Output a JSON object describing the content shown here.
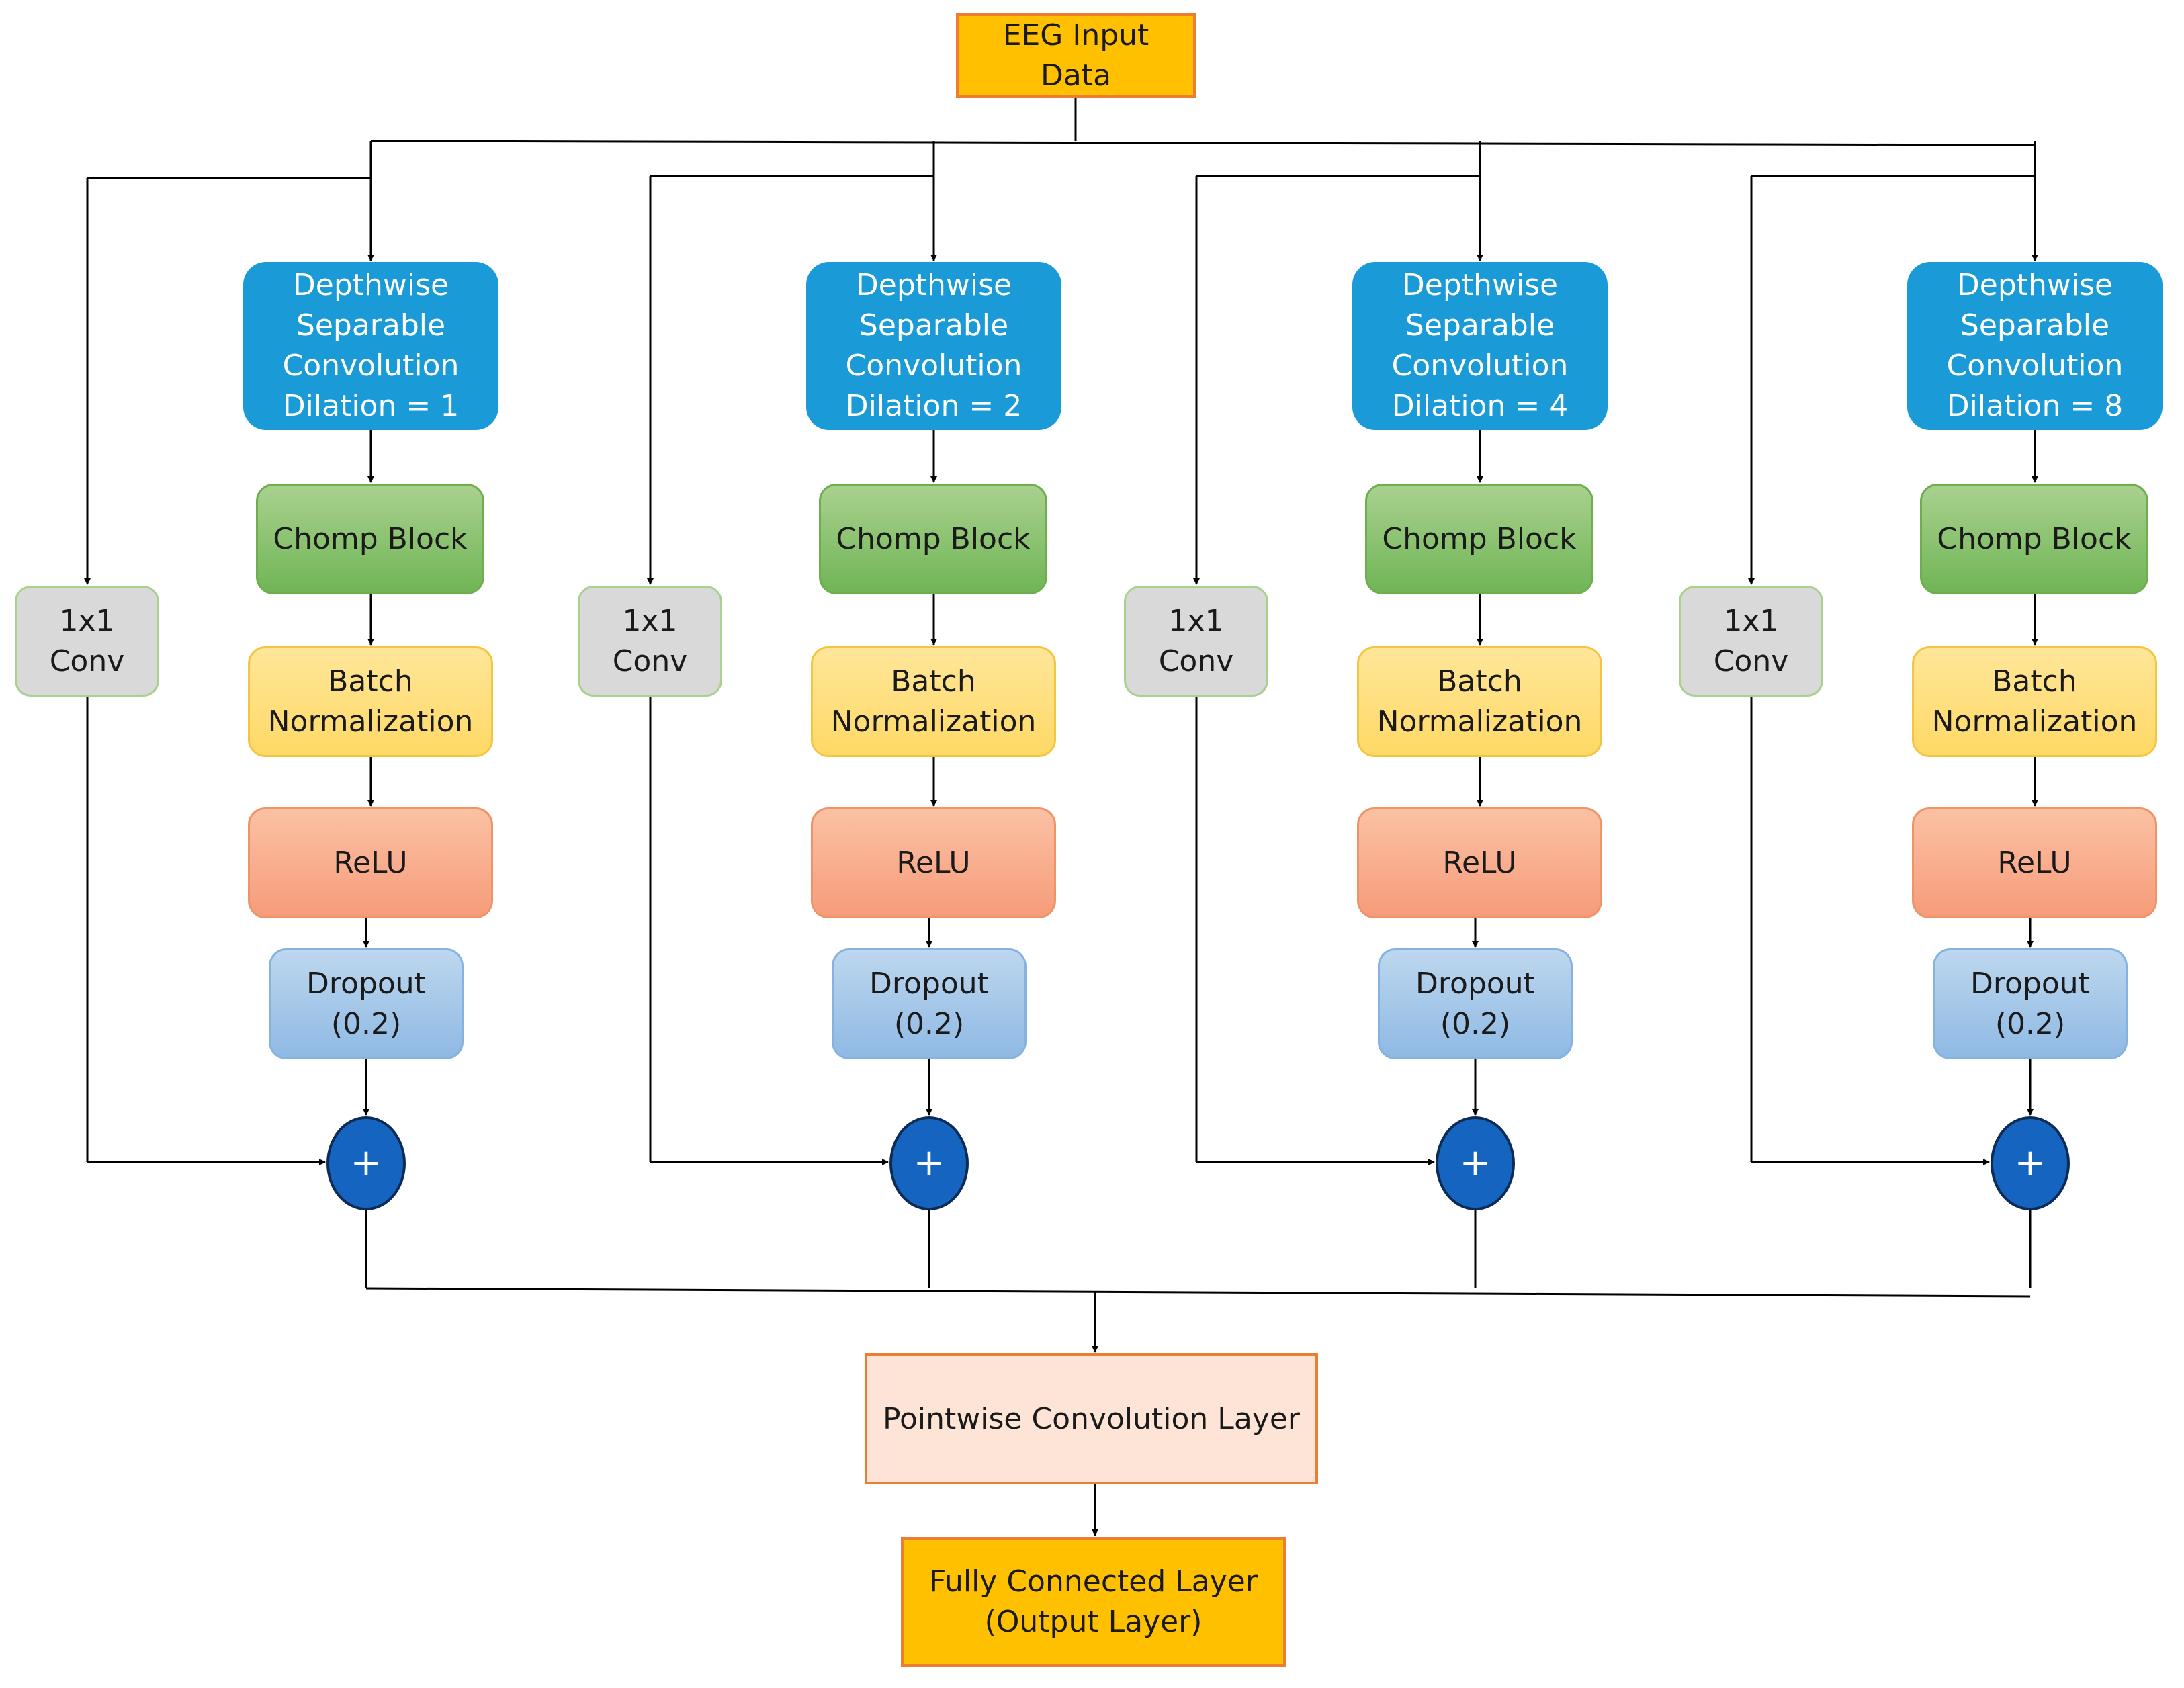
{
  "input": {
    "line1": "EEG Input",
    "line2": "Data"
  },
  "branches": [
    {
      "dsc_lines": [
        "Depthwise",
        "Separable",
        "Convolution",
        "Dilation = 1"
      ]
    },
    {
      "dsc_lines": [
        "Depthwise",
        "Separable",
        "Convolution",
        "Dilation = 2"
      ]
    },
    {
      "dsc_lines": [
        "Depthwise",
        "Separable",
        "Convolution",
        "Dilation = 4"
      ]
    },
    {
      "dsc_lines": [
        "Depthwise",
        "Separable",
        "Convolution",
        "Dilation = 8"
      ]
    }
  ],
  "chomp_label": "Chomp Block",
  "batch_norm": {
    "line1": "Batch",
    "line2": "Normalization"
  },
  "relu_label": "ReLU",
  "dropout": {
    "line1": "Dropout",
    "line2": "(0.2)"
  },
  "conv1x1": {
    "line1": "1x1",
    "line2": "Conv"
  },
  "plus_symbol": "+",
  "pointwise_label": "Pointwise Convolution Layer",
  "fully_connected": {
    "line1": "Fully Connected Layer",
    "line2": "(Output Layer)"
  },
  "colors": {
    "input_fill": "#ffc000",
    "input_border": "#ed7d31",
    "dsc_fill": "#1a9bd7",
    "chomp_fill": "#a9d18e",
    "batch_norm_fill": "#ffe699",
    "relu_fill": "#fbc1a4",
    "dropout_fill": "#bdd7ee",
    "conv1x1_fill": "#d9d9d9",
    "adder_fill": "#1565c0",
    "pointwise_fill": "#fde4d6",
    "fully_connected_fill": "#ffc000",
    "line": "#000000"
  }
}
